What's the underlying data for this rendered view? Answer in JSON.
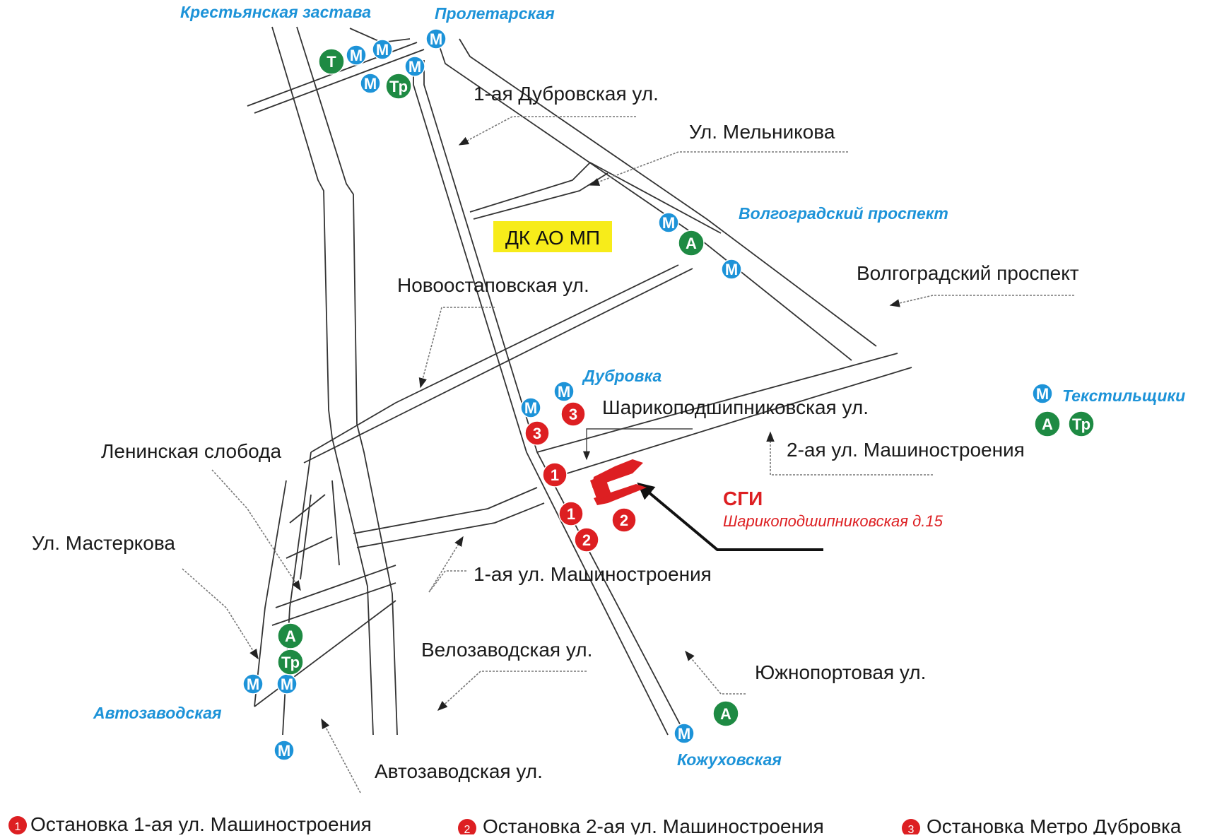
{
  "colors": {
    "metro": "#1d93d8",
    "ground": "#1e8a43",
    "stop": "#dd1f22",
    "station_text": "#1d93d8",
    "highlight": "#f7ec1a",
    "sgi": "#dd1f22"
  },
  "stations": {
    "krest": "Крестьянская застава",
    "prolet": "Пролетарская",
    "volgo": "Волгоградский проспект",
    "dubrovka": "Дубровка",
    "textil": "Текстильщики",
    "avtozav": "Автозаводская",
    "kozhuh": "Кожуховская"
  },
  "streets": {
    "dubrovskaya1": "1-ая Дубровская ул.",
    "melnikova": "Ул. Мельникова",
    "volgo_prosp": "Волгоградский проспект",
    "novoostap": "Новоостаповская ул.",
    "sharikopod": "Шарикоподшипниковская ул.",
    "mash2": "2-ая ул. Машиностроения",
    "leninskaya": "Ленинская слобода",
    "masterkova": "Ул. Мастеркова",
    "mash1": "1-ая ул. Машиностроения",
    "velozav": "Велозаводская ул.",
    "yuzhnoport": "Южнопортовая ул.",
    "avtozav_ul": "Автозаводская ул."
  },
  "landmark": {
    "dk_label": "ДК АО МП"
  },
  "target": {
    "name": "СГИ",
    "address": "Шарикоподшипниковская д.15"
  },
  "badges": {
    "metro": "М",
    "tram": "Т",
    "trolley": "Тр",
    "bus": "А"
  },
  "stop_numbers": {
    "one": "1",
    "two": "2",
    "three": "3"
  },
  "legend": [
    {
      "num": "1",
      "label": "Остановка 1-ая ул. Машиностроения"
    },
    {
      "num": "2",
      "label": "Остановка 2-ая ул. Машиностроения"
    },
    {
      "num": "3",
      "label": "Остановка Метро Дубровка"
    }
  ]
}
